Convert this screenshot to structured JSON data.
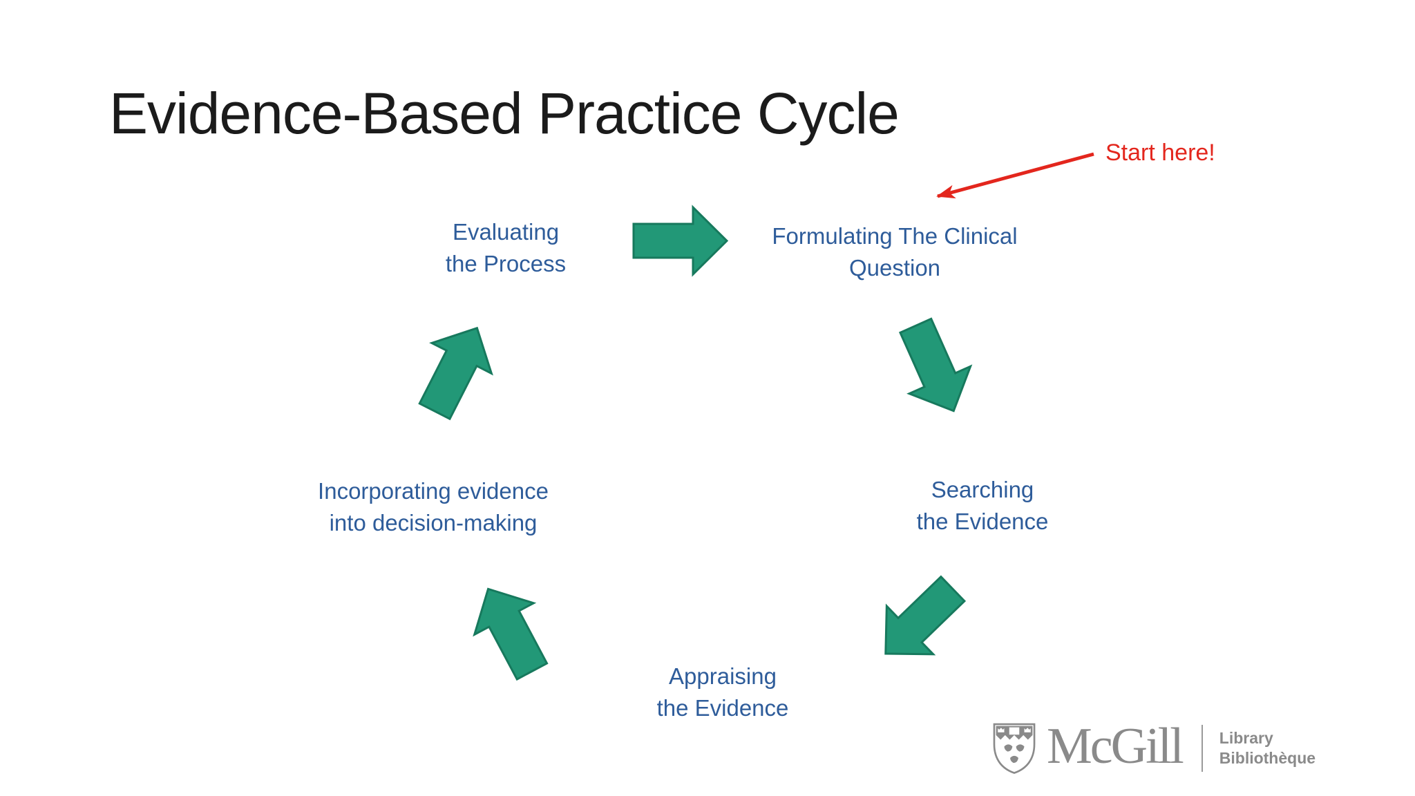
{
  "slide": {
    "title": "Evidence-Based Practice Cycle",
    "annotation": {
      "label": "Start here!"
    },
    "cycle": {
      "nodes": {
        "formulating": {
          "line1": "Formulating The Clinical",
          "line2": "Question"
        },
        "searching": {
          "line1": "Searching",
          "line2": "the Evidence"
        },
        "appraising": {
          "line1": "Appraising",
          "line2": "the Evidence"
        },
        "incorporating": {
          "line1": "Incorporating evidence",
          "line2": "into decision-making"
        },
        "evaluating": {
          "line1": "Evaluating",
          "line2": "the Process"
        }
      },
      "order": "Formulating The Clinical Question → Searching the Evidence → Appraising the Evidence → Incorporating evidence into decision-making → Evaluating the Process → (repeat)"
    },
    "logo": {
      "wordmark": "McGill",
      "unit_en": "Library",
      "unit_fr": "Bibliothèque"
    }
  },
  "colors": {
    "arrow_green": "#229877",
    "arrow_green_border": "#17795d",
    "node_blue": "#2e5c9a",
    "annotation_red": "#e3261d",
    "logo_gray": "#8a8a8a",
    "title_black": "#1b1b1b"
  },
  "icons": {
    "cycle_arrows": "solid block arrows (green)",
    "start_here_arrow": "thin red line arrow",
    "mcgill_crest": "McGill shield crest"
  }
}
